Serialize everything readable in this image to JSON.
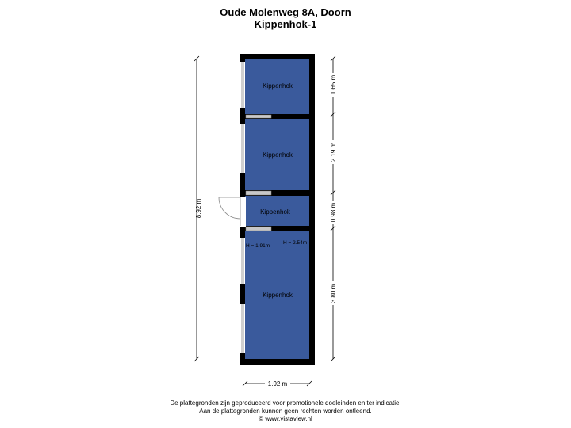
{
  "header": {
    "address": "Oude Molenweg 8A, Doorn",
    "plan_name": "Kippenhok-1"
  },
  "rooms": [
    {
      "id": "room-1",
      "label": "Kippenhok"
    },
    {
      "id": "room-2",
      "label": "Kippenhok"
    },
    {
      "id": "room-3",
      "label": "Kippenhok"
    },
    {
      "id": "room-4",
      "label": "Kippenhok"
    }
  ],
  "heights": {
    "left": "H = 1.91m",
    "right": "H = 2.54m"
  },
  "dimensions": {
    "total_height": "8.92 m",
    "width": "1.92 m",
    "segments": [
      "1.65 m",
      "2.19 m",
      "0.98 m",
      "3.80 m"
    ]
  },
  "footer": {
    "line1": "De plattegronden zijn geproduceerd voor promotionele doeleinden en ter indicatie.",
    "line2": "Aan de plattegronden kunnen geen rechten worden ontleend.",
    "line3": "© www.vistaview.nl"
  },
  "colors": {
    "room_fill": "#3a5a9c",
    "wall": "#000000"
  }
}
